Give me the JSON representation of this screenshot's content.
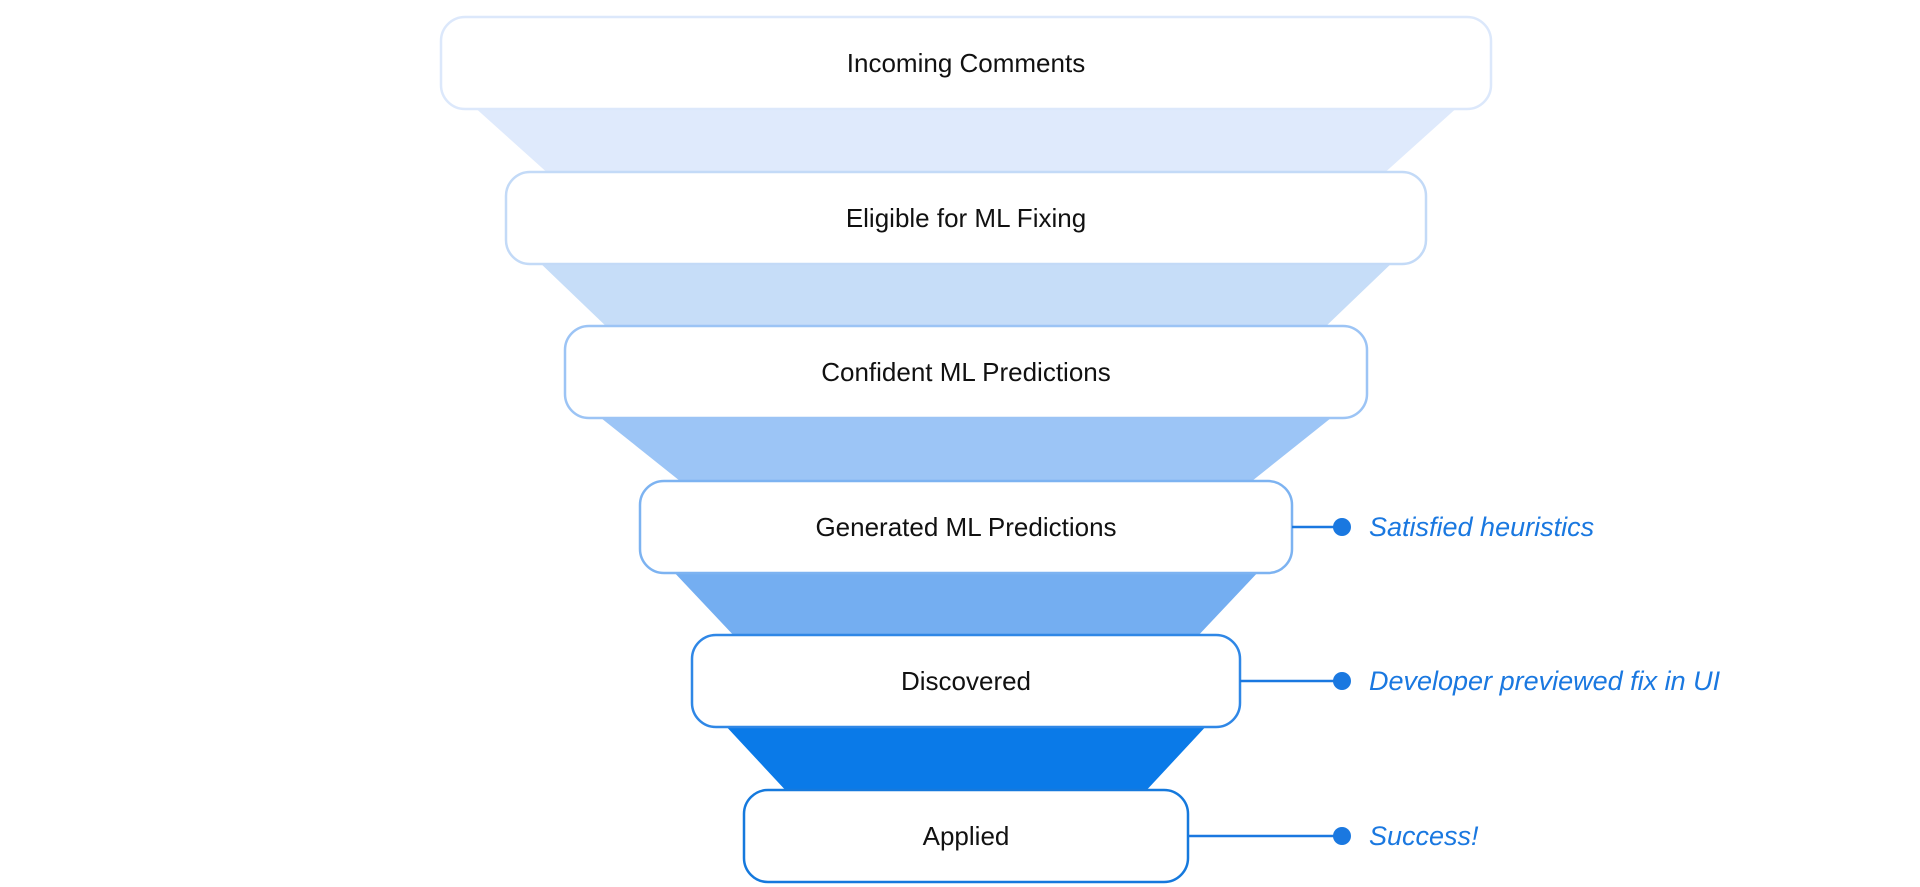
{
  "stages": [
    {
      "label": "Incoming Comments",
      "connector_color": "#dfeafc",
      "border_color": "#dce8fb"
    },
    {
      "label": "Eligible for ML Fixing",
      "connector_color": "#c6ddf8",
      "border_color": "#c3daf7"
    },
    {
      "label": "Confident ML Predictions",
      "connector_color": "#9cc5f6",
      "border_color": "#9cc4f5"
    },
    {
      "label": "Generated ML Predictions",
      "connector_color": "#74aef1",
      "border_color": "#7db3f1"
    },
    {
      "label": "Discovered",
      "connector_color": "#0a7ae8",
      "border_color": "#2f87e6"
    },
    {
      "label": "Applied",
      "connector_color": null,
      "border_color": "#1579dd"
    }
  ],
  "annotations": [
    {
      "stage_index": 3,
      "text": "Satisfied heuristics"
    },
    {
      "stage_index": 4,
      "text": "Developer previewed fix in UI"
    },
    {
      "stage_index": 5,
      "text": "Success!"
    }
  ],
  "colors": {
    "annotation": "#1a78e0",
    "annotation_dot": "#1a78e0",
    "box_fill": "#ffffff",
    "label_text": "#111111"
  }
}
